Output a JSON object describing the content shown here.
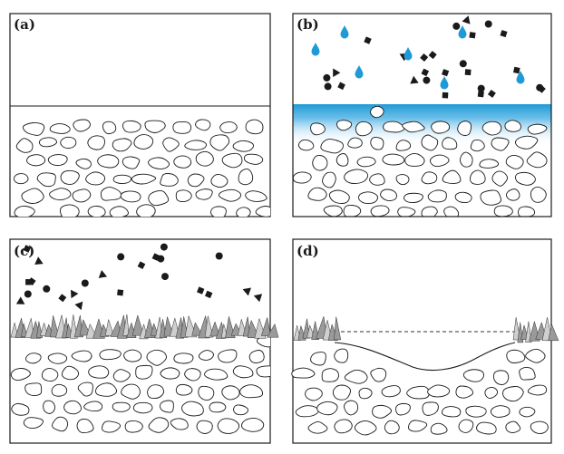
{
  "panels": [
    {
      "id": "a",
      "label": "(a)",
      "state": "soil"
    },
    {
      "id": "b",
      "label": "(b)",
      "state": "water-and-particles-infiltrating"
    },
    {
      "id": "c",
      "label": "(c)",
      "state": "crust-with-particles-above"
    },
    {
      "id": "d",
      "label": "(d)",
      "state": "crust-eroded-depression"
    }
  ],
  "colors": {
    "line": "#1a1a1a",
    "water": "#1e9ad6",
    "water_fade": "#bfe2f5",
    "crystal_dark": "#9a9a9a",
    "crystal_light": "#cfcfcf"
  },
  "icons": {
    "particle_shapes": [
      "circle",
      "square",
      "triangle"
    ],
    "drop": "water-drop-icon"
  }
}
